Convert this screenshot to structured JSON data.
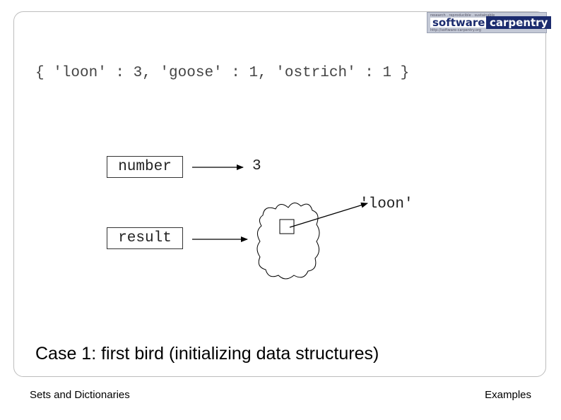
{
  "header": {
    "logo": {
      "word1": "software",
      "word2": "carpentry",
      "tagline_top": "research . reproducible . sustainable",
      "tagline_bottom": "http://software-carpentry.org"
    }
  },
  "slide": {
    "code": "{ 'loon' : 3, 'goose' : 1, 'ostrich' : 1 }",
    "variables": {
      "number": "number",
      "result": "result"
    },
    "values": {
      "three": "3",
      "loon": "'loon'"
    },
    "caption": "Case 1: first bird (initializing data structures)"
  },
  "footer": {
    "left": "Sets and Dictionaries",
    "right": "Examples"
  }
}
